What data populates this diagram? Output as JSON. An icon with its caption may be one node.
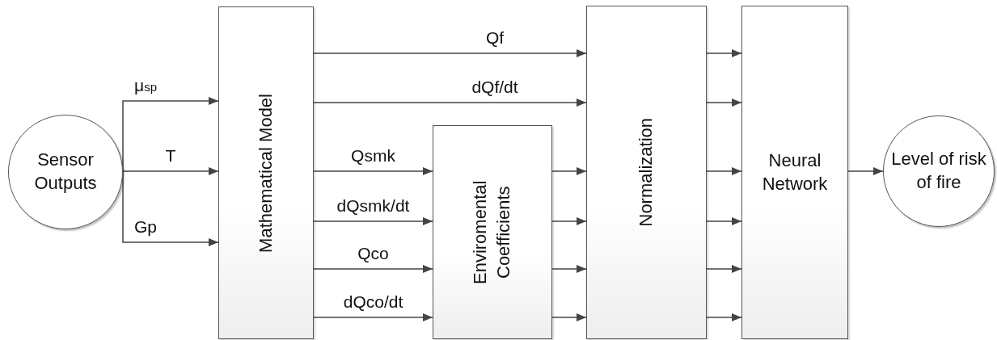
{
  "diagram": {
    "nodes": [
      {
        "text": [
          "Sensor Outputs"
        ]
      },
      {
        "text": [
          "Mathematical Model"
        ]
      },
      {
        "text": [
          "Enviromental Coefficients"
        ]
      },
      {
        "text": [
          "Normalization"
        ]
      },
      {
        "text": [
          "Neural Network"
        ]
      },
      {
        "text": [
          "Level of risk of fire"
        ]
      }
    ],
    "edges": [
      {
        "from": 0,
        "to": 1,
        "arrow": "to",
        "label": "μ$_{sp}$"
      },
      {
        "from": 0,
        "to": 1,
        "arrow": "to",
        "label": "T"
      },
      {
        "from": 0,
        "to": 1,
        "arrow": "to",
        "label": "Gp"
      },
      {
        "from": 1,
        "to": 3,
        "arrow": "to",
        "label": "Qf"
      },
      {
        "from": 1,
        "to": 3,
        "arrow": "to",
        "label": "dQf/dt"
      },
      {
        "from": 1,
        "to": 2,
        "arrow": "to",
        "label": "Qsmk"
      },
      {
        "from": 1,
        "to": 2,
        "arrow": "to",
        "label": "dQsmk/dt"
      },
      {
        "from": 1,
        "to": 2,
        "arrow": "to",
        "label": "Qco"
      },
      {
        "from": 1,
        "to": 2,
        "arrow": "to",
        "label": "dQco/dt"
      },
      {
        "from": 2,
        "to": 3,
        "arrow": "to"
      },
      {
        "from": 2,
        "to": 3,
        "arrow": "to"
      },
      {
        "from": 2,
        "to": 3,
        "arrow": "to"
      },
      {
        "from": 2,
        "to": 3,
        "arrow": "to"
      },
      {
        "from": 3,
        "to": 4,
        "arrow": "to"
      },
      {
        "from": 3,
        "to": 4,
        "arrow": "to"
      },
      {
        "from": 3,
        "to": 4,
        "arrow": "to"
      },
      {
        "from": 3,
        "to": 4,
        "arrow": "to"
      },
      {
        "from": 3,
        "to": 4,
        "arrow": "to"
      },
      {
        "from": 3,
        "to": 4,
        "arrow": "to"
      },
      {
        "from": 4,
        "to": 5,
        "arrow": "to"
      }
    ]
  }
}
